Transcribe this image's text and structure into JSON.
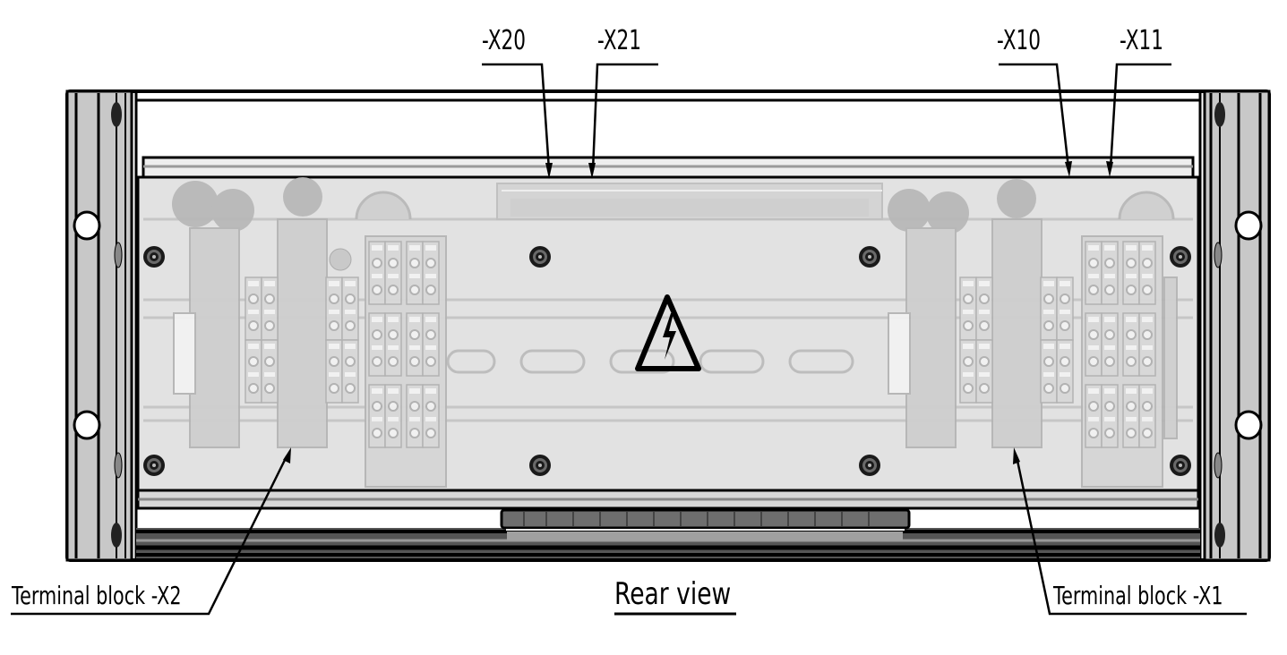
{
  "drawing": {
    "title": "Rear view",
    "callouts_top": [
      {
        "id": "x20",
        "label": "-X20"
      },
      {
        "id": "x21",
        "label": "-X21"
      },
      {
        "id": "x10",
        "label": "-X10"
      },
      {
        "id": "x11",
        "label": "-X11"
      }
    ],
    "callouts_bottom": [
      {
        "id": "x2",
        "label": "Terminal block -X2"
      },
      {
        "id": "x1",
        "label": "Terminal block -X1"
      }
    ],
    "warning_symbol": "high-voltage-warning-icon",
    "colors": {
      "line": "#000000",
      "frame_fill": "#c8c8c8",
      "panel_fill": "#e2e2e2",
      "component_fill": "#bdbdbd",
      "background": "#ffffff"
    }
  }
}
